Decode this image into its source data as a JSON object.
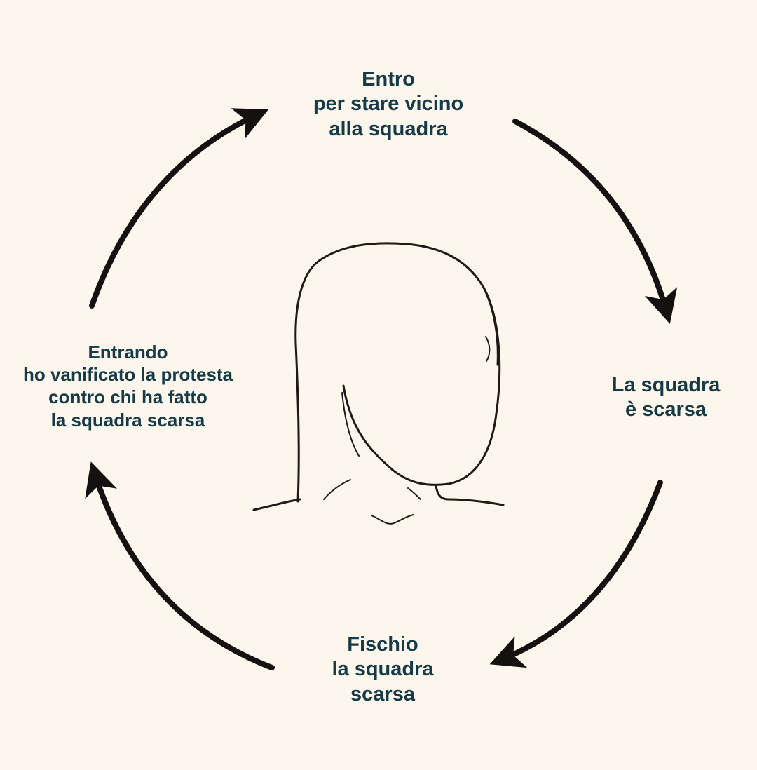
{
  "colors": {
    "background": "#fcf6ec",
    "text": "#173a47",
    "arrow": "#141110",
    "sketch": "#1e1a18"
  },
  "icons": {
    "center": "head-sketch-icon",
    "cycle": "arrow-icon"
  },
  "cycle": {
    "top": {
      "lines": [
        "Entro",
        "per stare vicino",
        "alla squadra"
      ]
    },
    "right": {
      "lines": [
        "La squadra",
        "è scarsa"
      ]
    },
    "bottom": {
      "lines": [
        "Fischio",
        "la squadra",
        "scarsa"
      ]
    },
    "left": {
      "lines": [
        "Entrando",
        "ho vanificato la protesta",
        "contro chi ha fatto",
        "la squadra scarsa"
      ]
    }
  }
}
